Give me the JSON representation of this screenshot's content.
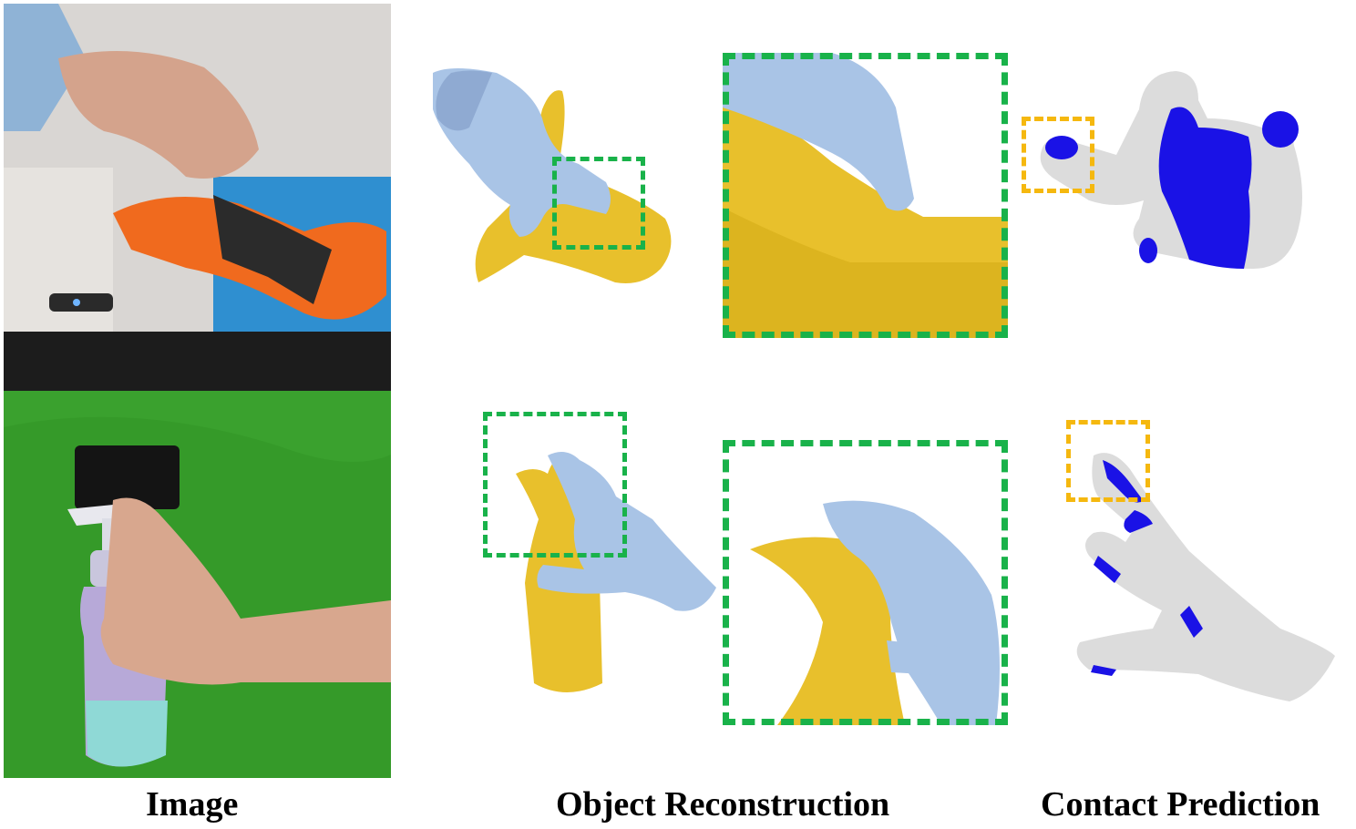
{
  "captions": {
    "image": "Image",
    "object_reconstruction": "Object Reconstruction",
    "contact_prediction": "Contact Prediction"
  },
  "colors": {
    "hand_mesh": "#a9c4e6",
    "object_mesh": "#e8c02c",
    "contact_region": "#1a12e6",
    "hand_gray": "#dcdcdc",
    "zoom_box": "#19b24a",
    "contact_box": "#f5b80f",
    "photo_green": "#3aa12e"
  }
}
